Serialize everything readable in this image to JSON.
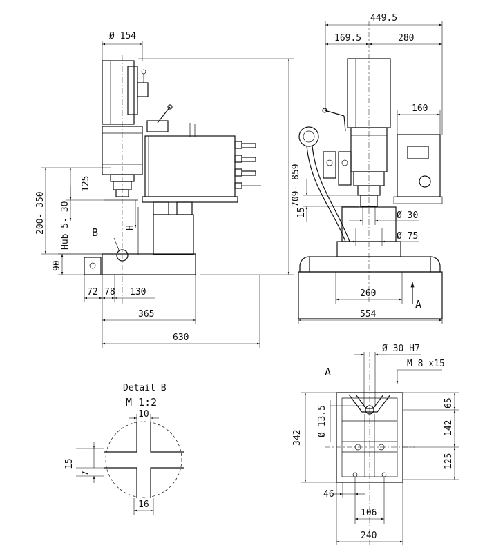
{
  "side_view": {
    "dia_154": "Ø 154",
    "height_709_859": "709- 859",
    "dim_125": "125",
    "dim_200_350": "200- 350",
    "hub_5_30": "Hub 5- 30",
    "label_H": "H",
    "label_B": "B",
    "dim_90": "90",
    "dim_72": "72",
    "dim_78": "78",
    "dim_130": "130",
    "dim_365": "365",
    "dim_630": "630"
  },
  "front_view": {
    "dim_449_5": "449.5",
    "dim_169_5": "169.5",
    "dim_280": "280",
    "dim_160": "160",
    "dim_15": "15",
    "dia_30": "Ø 30",
    "dia_75": "Ø 75",
    "dim_260": "260",
    "dim_554": "554",
    "label_A_arrow": "A"
  },
  "detail_b": {
    "title": "Detail B",
    "scale": "M 1:2",
    "dim_10": "10",
    "dim_15": "15",
    "dim_7": "7",
    "dim_16": "16"
  },
  "view_a": {
    "label_A": "A",
    "dia_30_h7": "Ø 30 H7",
    "thread_m8": "M 8 x15",
    "dia_13_5": "Ø 13.5",
    "dim_342": "342",
    "dim_65": "65",
    "dim_142": "142",
    "dim_125": "125",
    "dim_46": "46",
    "dim_106": "106",
    "dim_240": "240"
  }
}
